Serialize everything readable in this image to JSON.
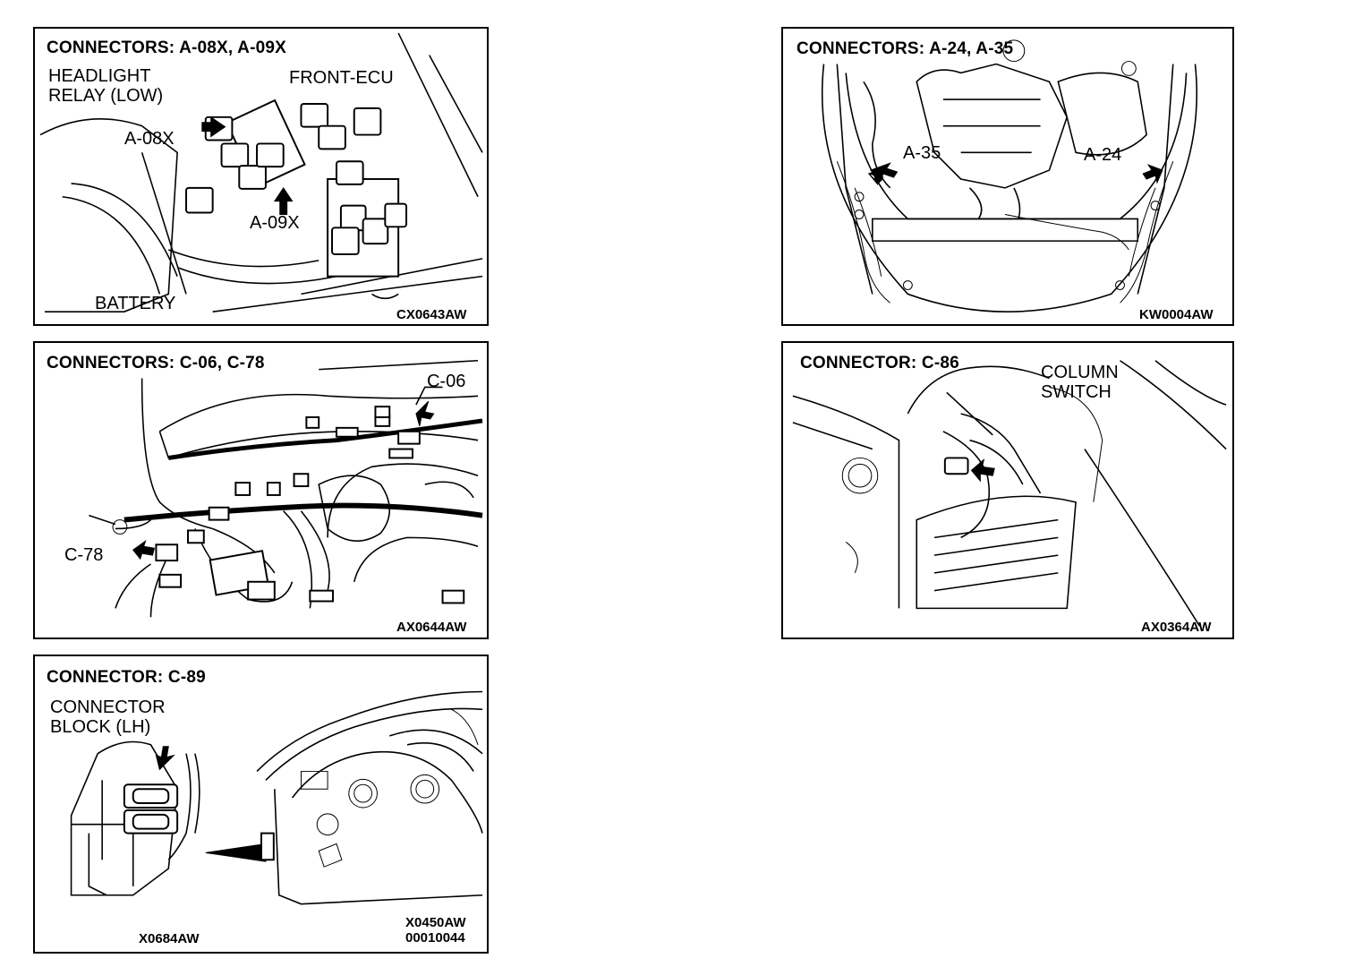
{
  "panels": {
    "p1": {
      "title": "CONNECTORS: A-08X, A-09X",
      "labels": {
        "headlight_relay": "HEADLIGHT\nRELAY (LOW)",
        "front_ecu": "FRONT-ECU",
        "a08x": "A-08X",
        "a09x": "A-09X",
        "battery": "BATTERY"
      },
      "code": "CX0643AW"
    },
    "p2": {
      "title": "CONNECTORS: A-24, A-35",
      "labels": {
        "a35": "A-35",
        "a24": "A-24"
      },
      "code": "KW0004AW"
    },
    "p3": {
      "title": "CONNECTORS: C-06, C-78",
      "labels": {
        "c06": "C-06",
        "c78": "C-78"
      },
      "code": "AX0644AW"
    },
    "p4": {
      "title": "CONNECTOR: C-86",
      "labels": {
        "column_switch": "COLUMN\nSWITCH"
      },
      "code": "AX0364AW"
    },
    "p5": {
      "title": "CONNECTOR: C-89",
      "labels": {
        "connector_block": "CONNECTOR\nBLOCK (LH)"
      },
      "code_left": "X0684AW",
      "code_right": "X0450AW\n00010044"
    }
  }
}
